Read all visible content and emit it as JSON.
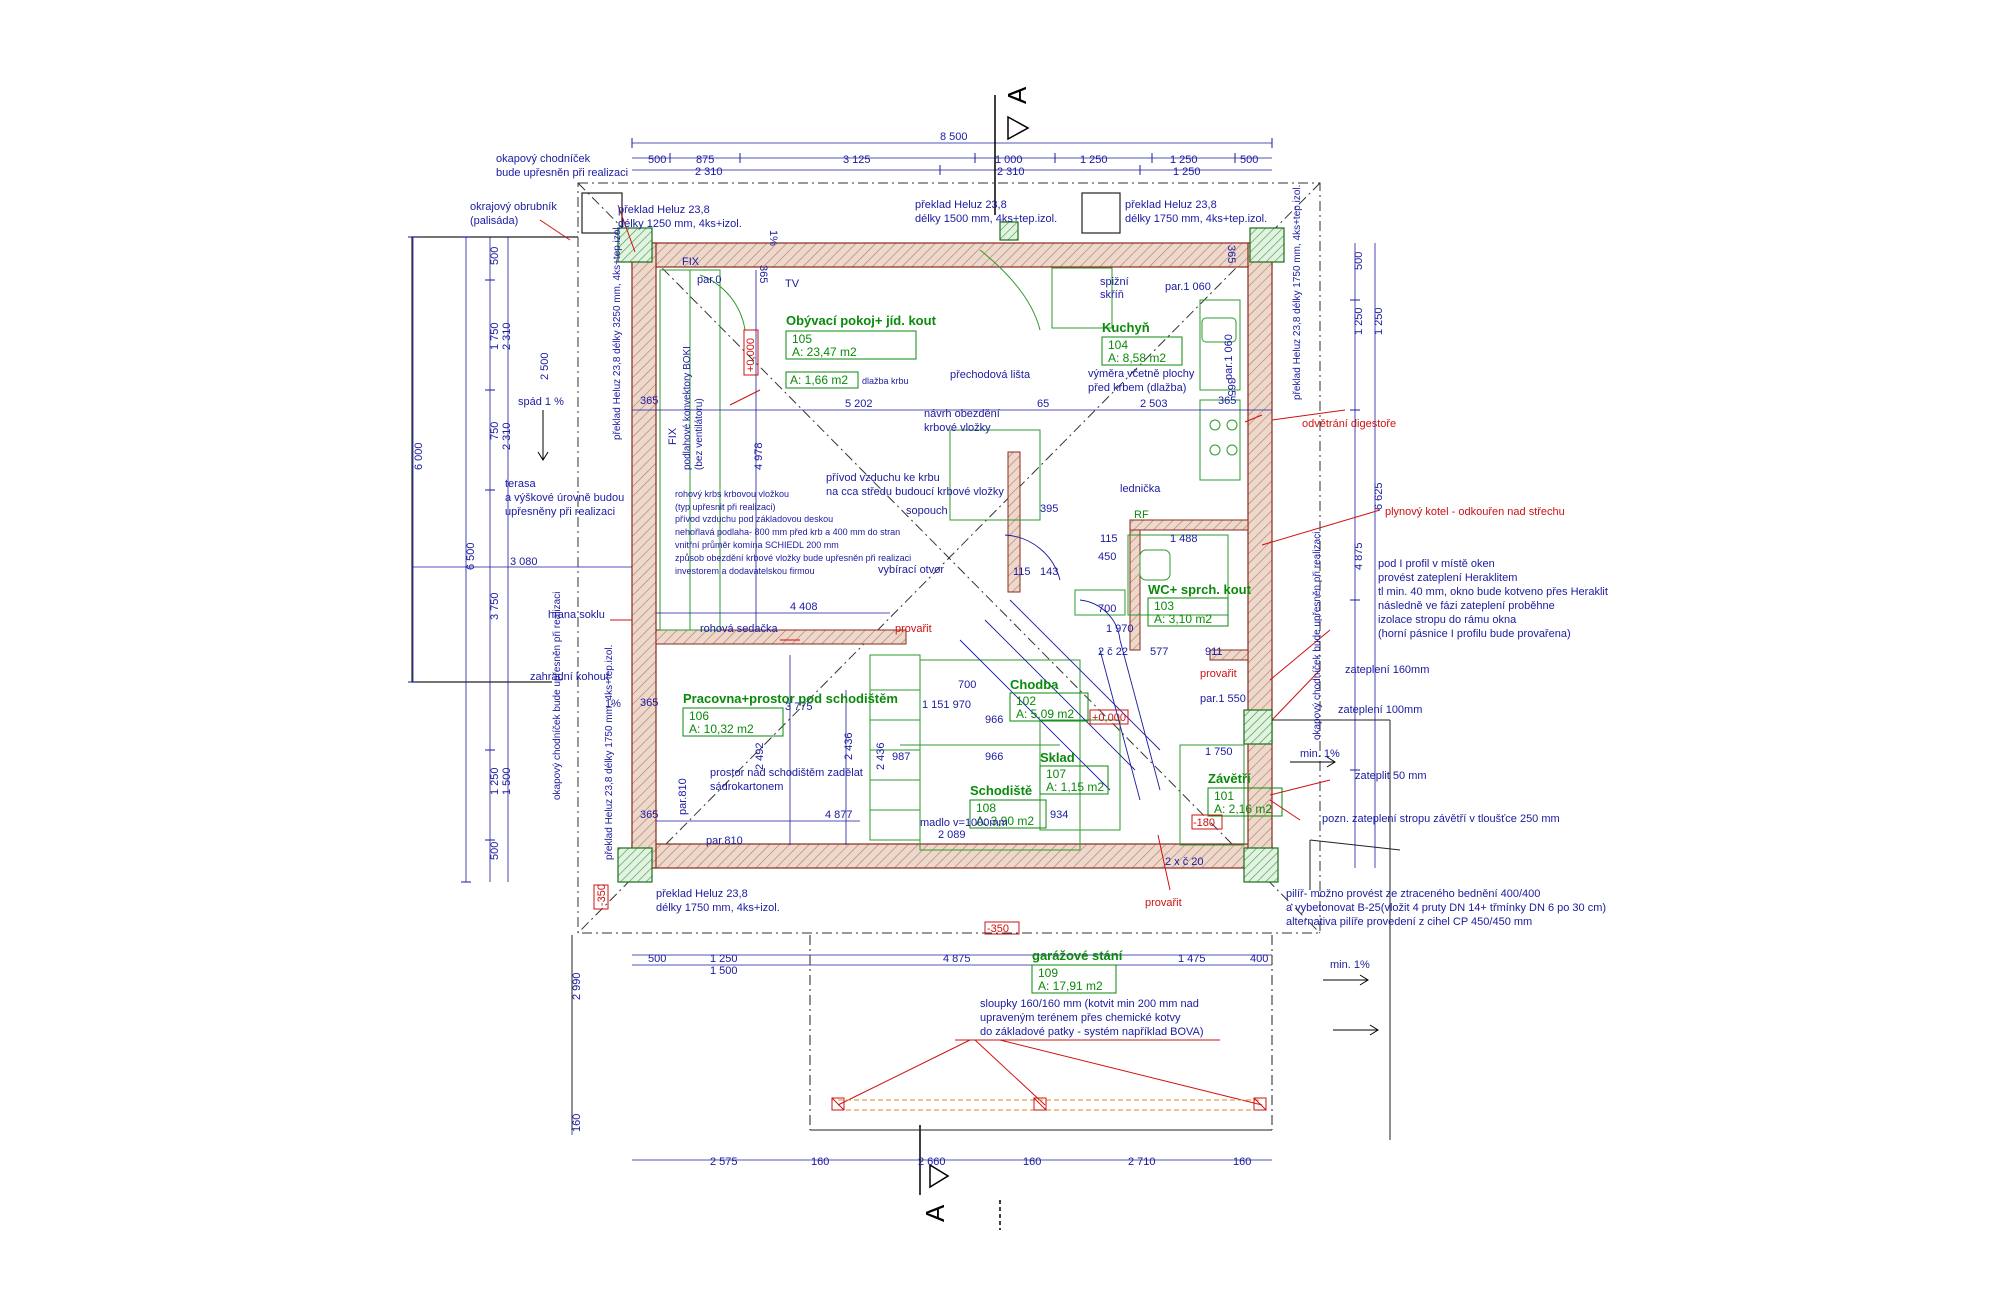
{
  "section_marks": {
    "top": "A",
    "bottom": "A"
  },
  "dims": {
    "top_total": "8 500",
    "top_row1": [
      "500",
      "875",
      "3 125",
      "1 000",
      "1 250",
      "1 250",
      "500"
    ],
    "top_row2": [
      "2 310",
      "2 310",
      "1 250"
    ],
    "left_col1": [
      "6 000"
    ],
    "left_col2": [
      "6 500"
    ],
    "left_col3": [
      "500",
      "1 750",
      "750",
      "3 750",
      "1 250",
      "500"
    ],
    "left_col4": [
      "2 310",
      "2 310",
      "1 500"
    ],
    "left_misc": [
      "2 500",
      "4 978",
      "2 492",
      "2 436",
      "2 436"
    ],
    "right_col": [
      "500",
      "1 250",
      "6 625",
      "4 875",
      "1 250"
    ],
    "garage_top": [
      "500",
      "1 250",
      "4 875",
      "1 475",
      "400"
    ],
    "garage_top2": [
      "1 500"
    ],
    "garage_left": [
      "2 990",
      "160"
    ],
    "bottom": [
      "2 575",
      "160",
      "2 660",
      "160",
      "2 710",
      "160"
    ],
    "inner": [
      "5 202",
      "65",
      "2 503",
      "3 080",
      "4 408",
      "3 775",
      "4 877",
      "2 089",
      "1 970",
      "1 488",
      "577",
      "911",
      "1 151 970",
      "700",
      "700",
      "115",
      "115",
      "143",
      "450",
      "1 970",
      "395",
      "987",
      "966",
      "966",
      "934",
      "2 č 22",
      "2 x č 20",
      "1 750"
    ],
    "heights": [
      "+0,000",
      "+0,000",
      "-180",
      "-350",
      "-350"
    ],
    "openings": [
      "365",
      "365",
      "365",
      "365",
      "365",
      "365",
      "365"
    ]
  },
  "rooms": [
    {
      "name": "Obývací pokoj+ jíd. kout",
      "num": "105",
      "area": "A: 23,47 m2"
    },
    {
      "name": "Kuchyň",
      "num": "104",
      "area": "A: 8,58 m2"
    },
    {
      "name": "WC+ sprch. kout",
      "num": "103",
      "area": "A: 3,10 m2"
    },
    {
      "name": "Chodba",
      "num": "102",
      "area": "A: 5,09 m2"
    },
    {
      "name": "Pracovna+prostor pod schodištěm",
      "num": "106",
      "area": "A: 10,32 m2"
    },
    {
      "name": "Schodiště",
      "num": "108",
      "area": "A: 3,90 m2"
    },
    {
      "name": "Sklad",
      "num": "107",
      "area": "A: 1,15 m2"
    },
    {
      "name": "Závětří",
      "num": "101",
      "area": "A: 2,16 m2"
    },
    {
      "name": "garážové stání",
      "num": "109",
      "area": "A: 17,91 m2"
    }
  ],
  "small_area": {
    "area": "A: 1,66 m2",
    "note": "dlažba krbu"
  },
  "notes": {
    "okapovy_top": [
      "okapový chodníček",
      "bude upřesněn při realizaci"
    ],
    "obrubnik": [
      "okrajový obrubník",
      "(palisáda)"
    ],
    "preklad_tl": [
      "překlad Heluz 23,8",
      "délky 1250 mm, 4ks+izol."
    ],
    "preklad_tc": [
      "překlad Heluz 23,8",
      "délky 1500 mm, 4ks+tep.izol."
    ],
    "preklad_tr": [
      "překlad Heluz 23,8",
      "délky 1750 mm, 4ks+tep.izol."
    ],
    "preklad_bl": [
      "překlad Heluz 23,8",
      "délky 1750 mm, 4ks+izol."
    ],
    "preklad_left_v": "překlad Heluz 23,8 délky 3250 mm, 4ks+tep.izol.",
    "preklad_left_v2": "překlad Heluz 23,8 délky 1750 mm, 4ks+tep.izol.",
    "preklad_right_v": "překlad Heluz 23,8 délky 1750 mm, 4ks+tep.izol.",
    "preklad_right_v2": "překlad Heluz 23,8 délky 1750 mm, 4ks+izol.",
    "konvektory": [
      "podlahové konvektory BOKI",
      "(bez ventilátoru)"
    ],
    "spad": "spád 1 %",
    "terasa": [
      "terasa",
      "a výškové úrovně budou",
      "upřesněny při realizaci"
    ],
    "krb": [
      "rohový krbs krbovou vložkou",
      "(typ upřesnit při realizaci)",
      "přívod vzduchu pod základovou deskou",
      "nehořlavá podlaha- 800 mm před krb a 400 mm do stran",
      "vnitřní průměr komína SCHIEDL 200 mm",
      "způsob obezdění krbové vložky bude upřesněn při realizaci",
      "investorem a dodavatelskou firmou"
    ],
    "hrana": "hrana soklu",
    "kohout": "zahradní kohout",
    "okapovy_left": "okapový chodníček bude upřesněn při realizaci",
    "okapovy_right": "okapový chodníček bude upřesněn při realizaci",
    "tv": "TV",
    "fix1": "FIX",
    "fix2": "FIX",
    "par0": "par.0",
    "par810a": "par.810",
    "par810b": "par.810",
    "par1060a": "par.1 060",
    "par1060b": "par.1 060",
    "par1550": "par.1 550",
    "prechodova": "přechodová lišta",
    "spizni": [
      "spižní",
      "skříň"
    ],
    "vymera": [
      "výměra včetně plochy",
      "před krbem (dlažba)"
    ],
    "odvetrani": "odvětrání digestoře",
    "navrh": [
      "návrh obezdění",
      "krbové vložky"
    ],
    "privod": [
      "přívod vzduchu ke krbu",
      "na cca středu budoucí krbové vložky"
    ],
    "sopouch": "sopouch",
    "lednicka": "lednička",
    "kotel": "plynový kotel - odkouřen nad střechu",
    "profil": [
      "pod I profil v místě oken",
      "provést zateplení Heraklitem",
      "tl min. 40 mm, okno bude kotveno přes Heraklit",
      "následně ve fázi zateplení proběhne",
      "izolace stropu do rámu okna",
      "(horní pásnice I profilu bude provařena)"
    ],
    "vybiraci": "vybírací otvor",
    "rohova": "rohová sedačka",
    "provarit1": "provařit",
    "provarit2": "provařit",
    "provarit3": "provařit",
    "zatepleni160": "zateplení 160mm",
    "zatepleni100": "zateplení 100mm",
    "min1a": "min. 1%",
    "min1b": "min. 1%",
    "zateplit50": "zateplit 50 mm",
    "pozn": "pozn. zateplení stropu závětří v tloušťce 250 mm",
    "prostor": [
      "prostor nad schodištěm zadělat",
      "sádrokartonem"
    ],
    "madlo": "madlo v=1000mm",
    "pilir": [
      "pilíř- možno provést ze ztraceného bednění 400/400",
      "a vybetonovat B-25(vložit 4 pruty DN 14+ třmínky DN 6 po 30 cm)",
      "alternativa pilíře provedení z cihel CP 450/450 mm"
    ],
    "sloupky": [
      "sloupky 160/160 mm (kotvit min 200 mm nad",
      "upraveným terénem přes chemické kotvy",
      "do základové patky - systém například BOVA)"
    ],
    "rf": "RF",
    "one_percent": "1%",
    "one_percent2": "1%"
  },
  "colors": {
    "wall": "#b03a2e",
    "dim": "#1a1aa0",
    "green": "#0a8a0a",
    "red": "#d01010",
    "hatch": "#c8a58a"
  }
}
